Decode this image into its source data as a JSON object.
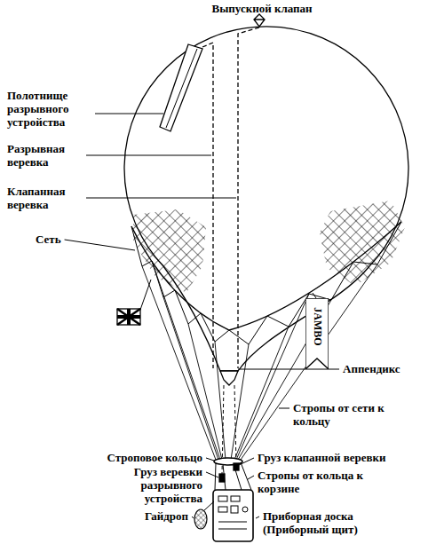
{
  "diagram": {
    "nodes": [
      {
        "text": [
          "JAMBO"
        ]
      }
    ],
    "labels": [
      "Выпускной клапан",
      "Полотнище разрывного устройства",
      "Разрывная веревка",
      "Клапанная веревка",
      "Сеть",
      "Аппендикс",
      "Стропы от сети к кольцу",
      "Строповое кольцо",
      "Груз клапанной веревки",
      "Груз веревки разрывного устройства",
      "Стропы от кольца к корзине",
      "Гайдроп",
      "Приборная доска (Приборный щит)"
    ]
  }
}
